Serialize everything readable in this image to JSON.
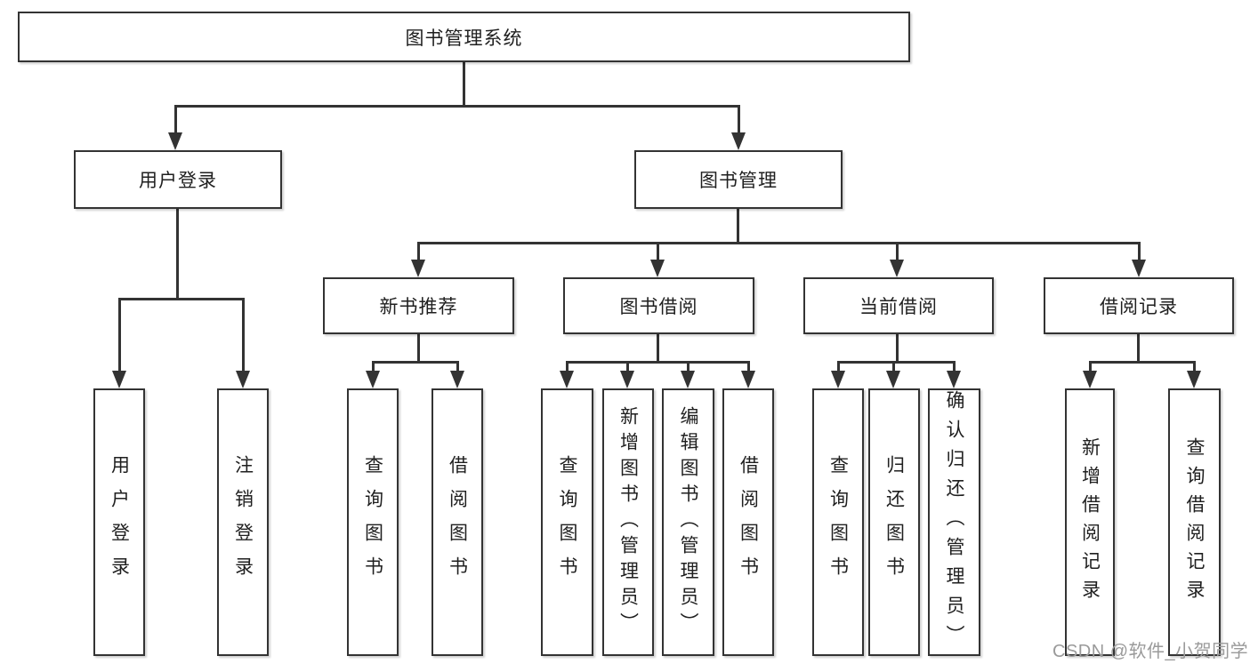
{
  "tree": {
    "label": "图书管理系统",
    "children": [
      {
        "label": "用户登录",
        "children": [
          {
            "label": "用户登录"
          },
          {
            "label": "注销登录"
          }
        ]
      },
      {
        "label": "图书管理",
        "children": [
          {
            "label": "新书推荐",
            "children": [
              {
                "label": "查询图书"
              },
              {
                "label": "借阅图书"
              }
            ]
          },
          {
            "label": "图书借阅",
            "children": [
              {
                "label": "查询图书"
              },
              {
                "label": "新增图书（管理员）"
              },
              {
                "label": "编辑图书（管理员）"
              },
              {
                "label": "借阅图书"
              }
            ]
          },
          {
            "label": "当前借阅",
            "children": [
              {
                "label": "查询图书"
              },
              {
                "label": "归还图书"
              },
              {
                "label": "确认归还（管理员）"
              }
            ]
          },
          {
            "label": "借阅记录",
            "children": [
              {
                "label": "新增借阅记录"
              },
              {
                "label": "查询借阅记录"
              }
            ]
          }
        ]
      }
    ]
  },
  "watermark": "CSDN @软件_小贺同学",
  "colors": {
    "line": "#333333",
    "text": "#1f1f1f",
    "watermark": "#9a9a9a",
    "background": "#ffffff"
  }
}
